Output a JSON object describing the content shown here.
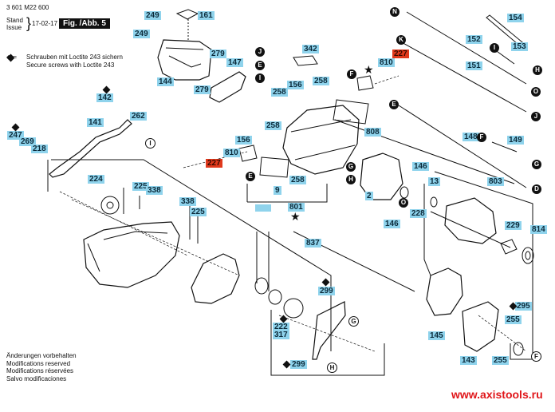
{
  "header": {
    "part_number": "3 601 M22 600",
    "stand_label": "Stand",
    "issue_label": "Issue",
    "date": "17-02-17",
    "figure_title": "Fig. /Abb. 5"
  },
  "legend": {
    "diamond_symbol": "◆ =",
    "line_de": "Schrauben mit Loctite 243 sichern",
    "line_en": "Secure screws with Loctite 243"
  },
  "footer": {
    "modifications": [
      "Änderungen vorbehalten",
      "Modifications reserved",
      "Modifications réservées",
      "Salvo modificaciones"
    ],
    "website": "www.axistools.ru"
  },
  "colors": {
    "label_bg": "#8fd3ec",
    "highlight_label_bg": "#e0391c",
    "website_color": "#e0161a"
  },
  "parts": [
    {
      "id": "161"
    },
    {
      "id": "249"
    },
    {
      "id": "249"
    },
    {
      "id": "144"
    },
    {
      "id": "279"
    },
    {
      "id": "279"
    },
    {
      "id": "147"
    },
    {
      "id": "342"
    },
    {
      "id": "156"
    },
    {
      "id": "258"
    },
    {
      "id": "258"
    },
    {
      "id": "258"
    },
    {
      "id": "258"
    },
    {
      "id": "156"
    },
    {
      "id": "808"
    },
    {
      "id": "810"
    },
    {
      "id": "227",
      "highlight": true
    },
    {
      "id": "810"
    },
    {
      "id": "227",
      "highlight": true
    },
    {
      "id": "9"
    },
    {
      "id": "801"
    },
    {
      "id": "2"
    },
    {
      "id": "146"
    },
    {
      "id": "146"
    },
    {
      "id": "13"
    },
    {
      "id": "228"
    },
    {
      "id": "142"
    },
    {
      "id": "262"
    },
    {
      "id": "141"
    },
    {
      "id": "247"
    },
    {
      "id": "269"
    },
    {
      "id": "218"
    },
    {
      "id": "224"
    },
    {
      "id": "225"
    },
    {
      "id": "338"
    },
    {
      "id": "338"
    },
    {
      "id": "225"
    },
    {
      "id": "837"
    },
    {
      "id": "299"
    },
    {
      "id": "299"
    },
    {
      "id": "222"
    },
    {
      "id": "317"
    },
    {
      "id": "154"
    },
    {
      "id": "153"
    },
    {
      "id": "152"
    },
    {
      "id": "151"
    },
    {
      "id": "148"
    },
    {
      "id": "149"
    },
    {
      "id": "803"
    },
    {
      "id": "229"
    },
    {
      "id": "814"
    },
    {
      "id": "295"
    },
    {
      "id": "255"
    },
    {
      "id": "255"
    },
    {
      "id": "145"
    },
    {
      "id": "143"
    }
  ],
  "connectors": [
    "N",
    "K",
    "I",
    "H",
    "O",
    "J",
    "E",
    "F",
    "G",
    "D",
    "J",
    "E",
    "I",
    "F",
    "E",
    "G",
    "H",
    "O",
    "I",
    "G",
    "H",
    "F"
  ]
}
